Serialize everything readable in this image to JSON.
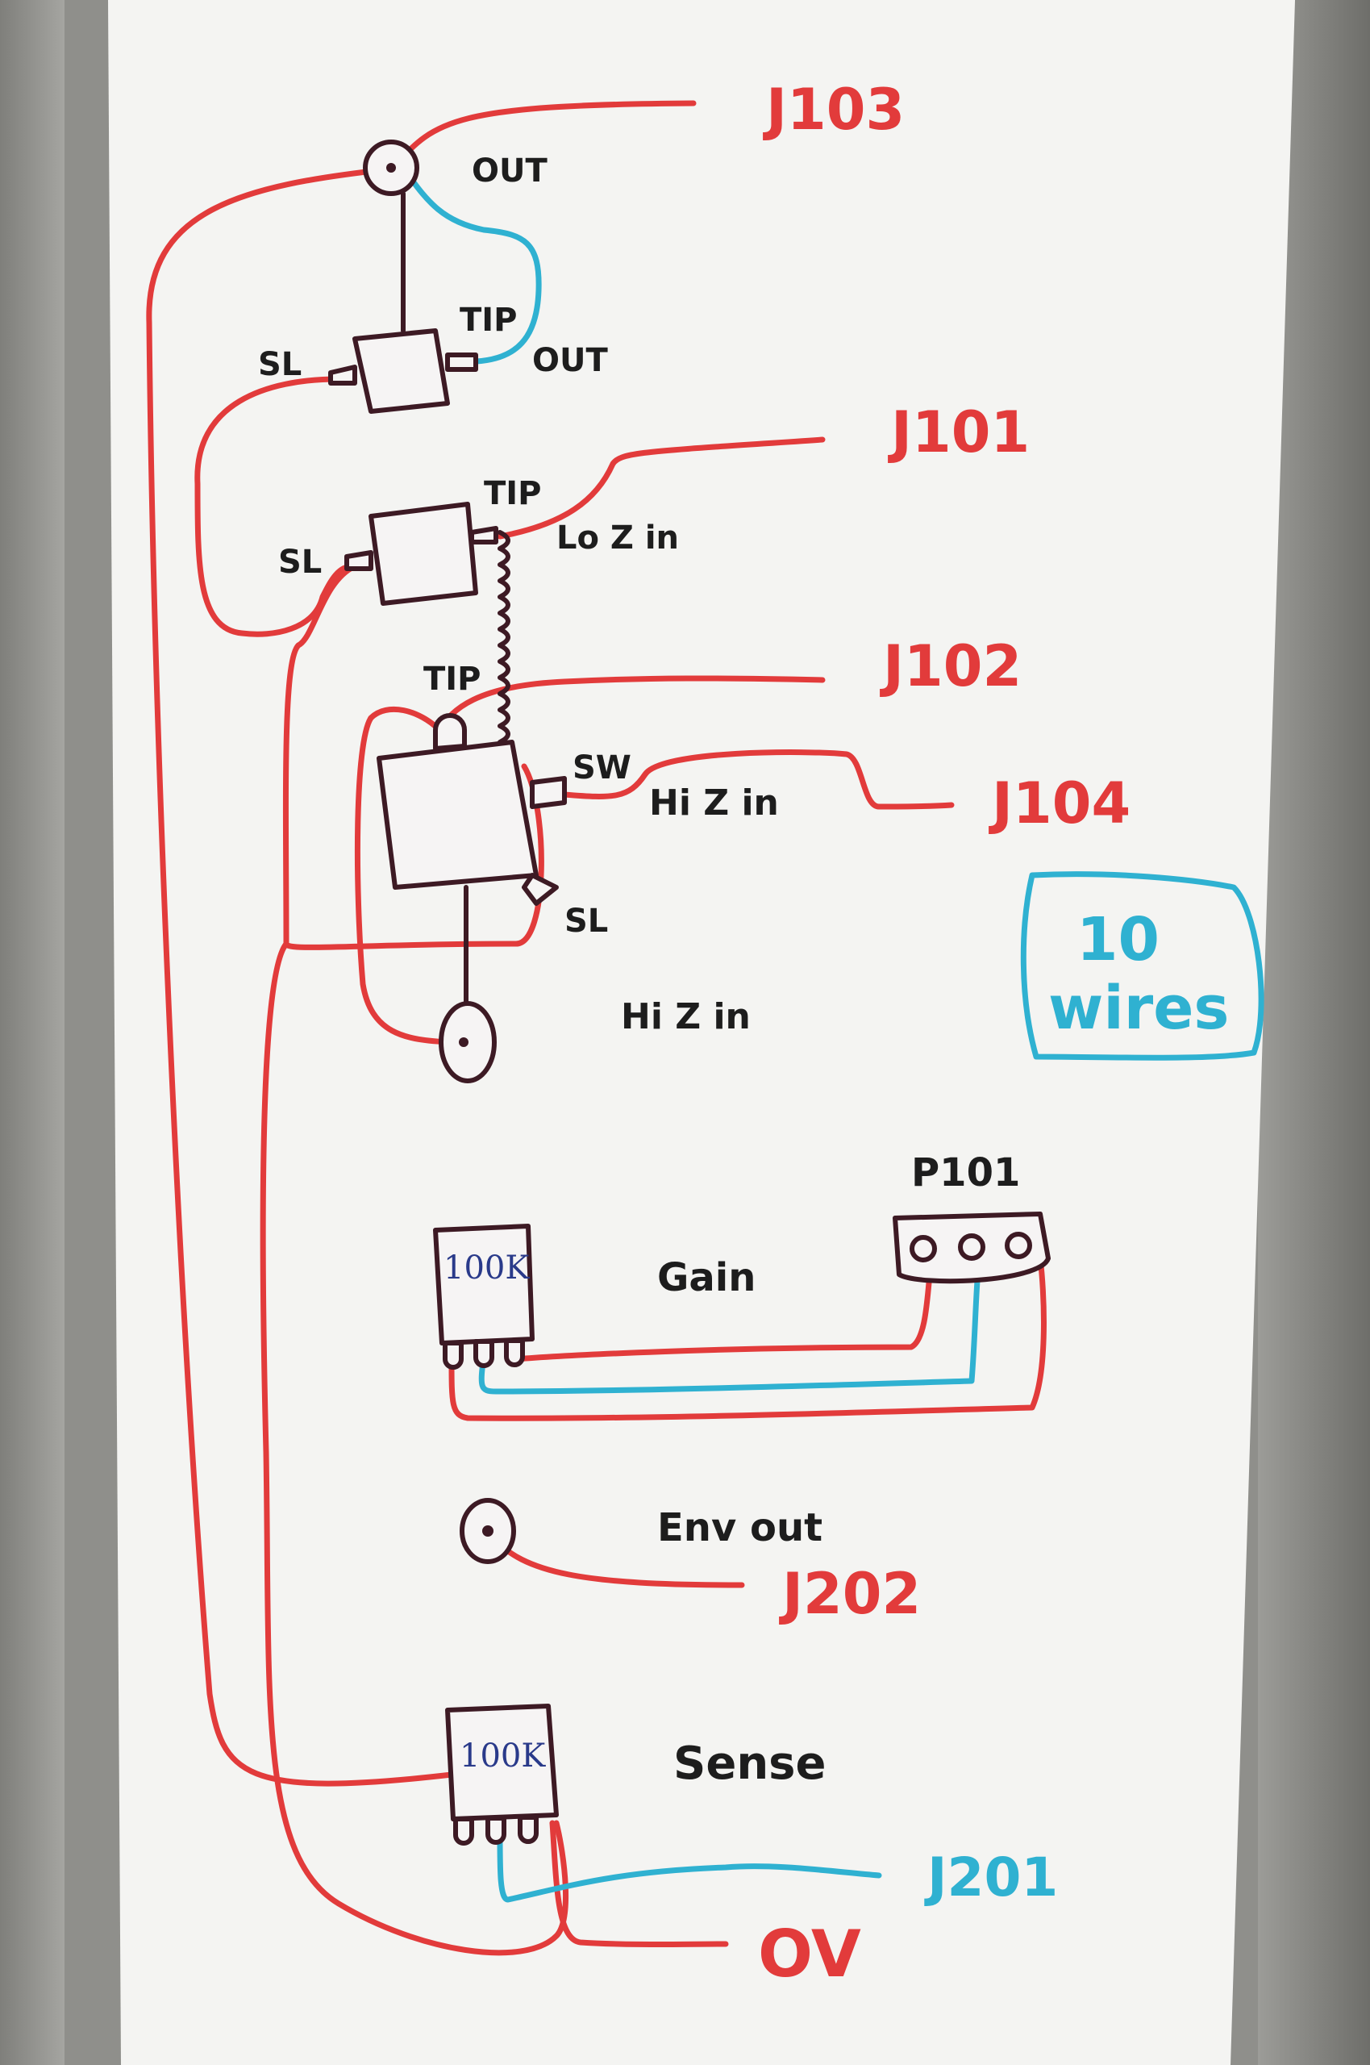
{
  "connectors": {
    "j103": "J103",
    "j101": "J101",
    "j102": "J102",
    "j104": "J104",
    "p101": "P101",
    "j202": "J202",
    "j201": "J201",
    "ov": "OV"
  },
  "pins": {
    "out_top": "OUT",
    "tip_1": "TIP",
    "out_1": "OUT",
    "sl_1": "SL",
    "tip_2": "TIP",
    "lo_z_in": "Lo Z in",
    "sl_2": "SL",
    "tip_3": "TIP",
    "sw": "SW",
    "hi_z_in_1": "Hi Z in",
    "sl_3": "SL",
    "hi_z_in_2": "Hi Z in"
  },
  "pots": {
    "gain_value": "100K",
    "gain_label": "Gain",
    "sense_value": "100K",
    "sense_label": "Sense"
  },
  "env_out_label": "Env out",
  "note": {
    "line1": "10",
    "line2": "wires"
  },
  "colors": {
    "wire_red": "#e23b3b",
    "wire_blue": "#2fb1d1",
    "ink_dark": "#3d1a24",
    "paper": "#f4f4f2"
  }
}
